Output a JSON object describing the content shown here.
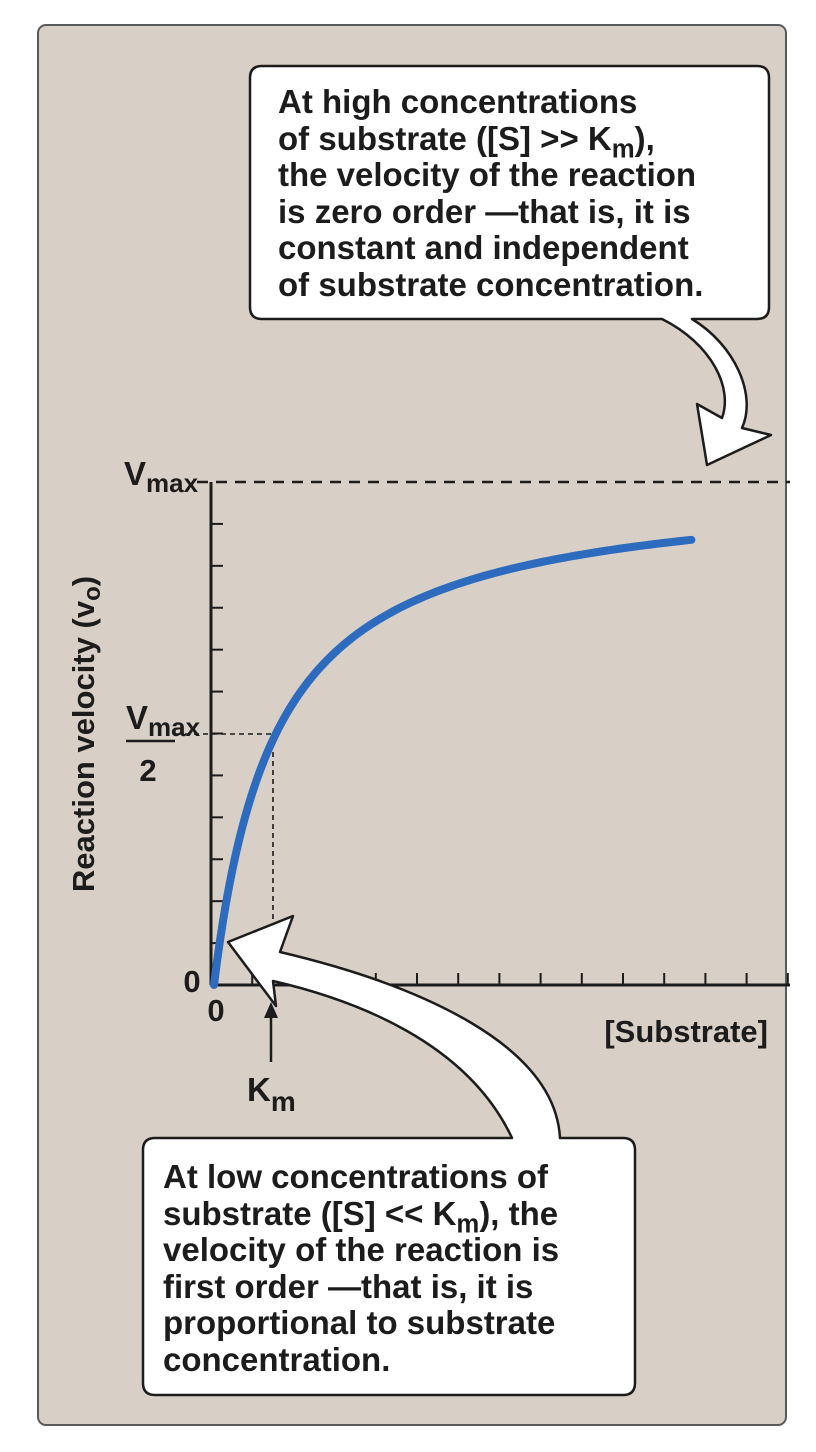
{
  "chart_data": {
    "type": "line",
    "title": "",
    "xlabel": "[Substrate]",
    "ylabel": "Reaction velocity (vo)",
    "ylabel_main": "Reaction velocity (v",
    "ylabel_sub": "o",
    "ylabel_close": ")",
    "x_origin_label": "0",
    "y_origin_label": "0",
    "y_max_label_main": "V",
    "y_max_label_sub": "max",
    "y_half_label_top_main": "V",
    "y_half_label_top_sub": "max",
    "y_half_label_bottom": "2",
    "km_label_main": "K",
    "km_label_sub": "m",
    "model": "Michaelis-Menten",
    "vmax": 1,
    "km": 1,
    "x_range": [
      0,
      9
    ],
    "y_range": [
      0,
      1
    ],
    "curve_color": "#2d6bbf",
    "dashed_guides": [
      "Vmax",
      "Vmax/2",
      "Km"
    ],
    "grid": false
  },
  "callouts": {
    "high": {
      "lines": [
        {
          "text": "At high concentrations"
        },
        {
          "pre": "of substrate ([S] >> K",
          "sub": "m",
          "post": "),"
        },
        {
          "text": "the velocity of the reaction"
        },
        {
          "text": "is zero order —that is, it is"
        },
        {
          "text": "constant and independent"
        },
        {
          "text": "of substrate concentration."
        }
      ]
    },
    "low": {
      "lines": [
        {
          "text": "At low concentrations of"
        },
        {
          "pre": "substrate ([S] << K",
          "sub": "m",
          "post": "), the"
        },
        {
          "text": "velocity of the reaction is"
        },
        {
          "text": "first order —that is, it is"
        },
        {
          "text": "proportional to substrate"
        },
        {
          "text": "concentration."
        }
      ]
    }
  }
}
